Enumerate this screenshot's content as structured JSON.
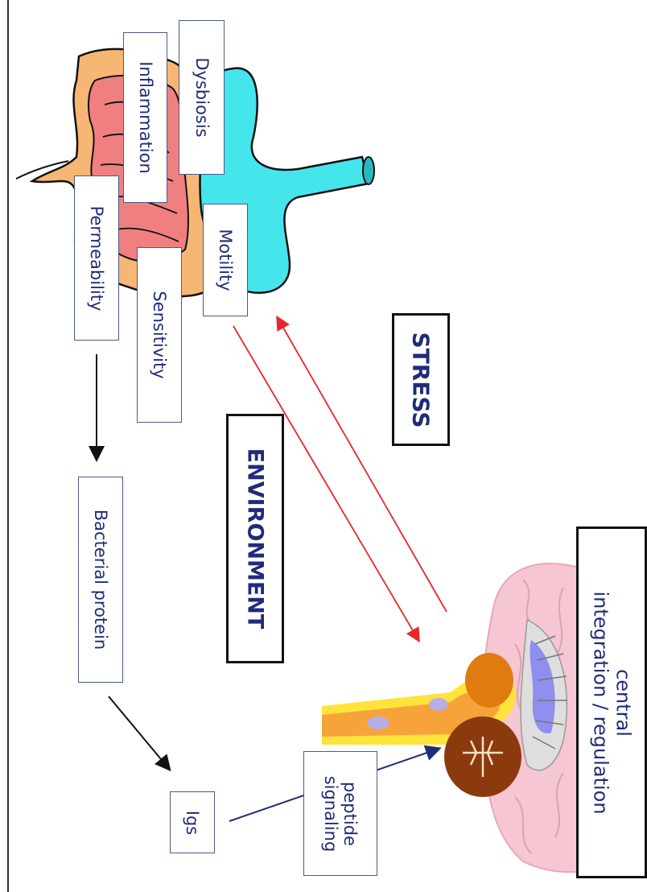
{
  "labels": {
    "dysbiosis": "Dysbiosis",
    "inflammation": "Inflammation",
    "permeability": "Permeability",
    "motility": "Motility",
    "sensitivity": "Sensitivity",
    "bacterial_protein": "Bacterial protein",
    "igs": "Igs",
    "peptide_signaling": "peptide\nsignaling",
    "central_integration": "central\nintegration / regulation"
  },
  "headings": {
    "stress": "STRESS",
    "environment": "ENVIRONMENT"
  },
  "colors": {
    "stomach": "#45e5ec",
    "colon": "#f6b775",
    "small_intestine": "#f08080",
    "brain": "#f6c6d2",
    "red_arrow": "#e8262b",
    "label_text": "#1f2c78",
    "ventricle": "#8e8fee",
    "brainstem_orange": "#f6a33a",
    "brainstem_yellow": "#fde33a",
    "cerebellum": "#8b3a0e"
  }
}
